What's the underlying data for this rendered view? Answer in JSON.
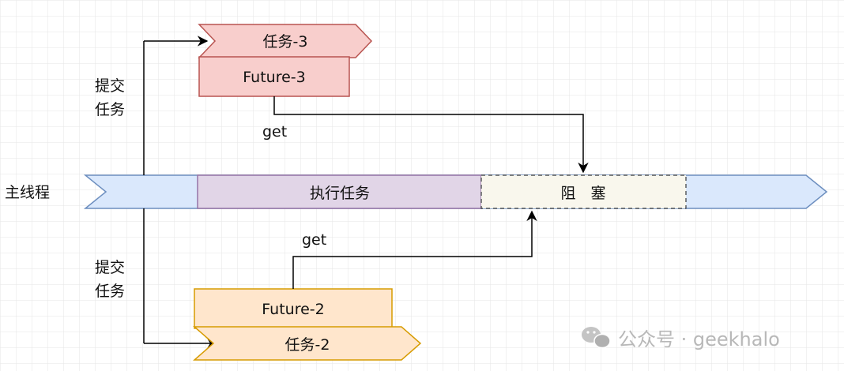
{
  "main_thread_label": "主线程",
  "execute_task_label": "执行任务",
  "block_label": "阻　塞",
  "submit_label_top": [
    "提交",
    "任务"
  ],
  "submit_label_bottom": [
    "提交",
    "任务"
  ],
  "task3_label": "任务-3",
  "future3_label": "Future-3",
  "get_label_top": "get",
  "get_label_bottom": "get",
  "future2_label": "Future-2",
  "task2_label": "任务-2",
  "watermark_text": "公众号 · geekhalo",
  "colors": {
    "thread_fill": "#dae8fc",
    "thread_stroke": "#6c8ebf",
    "exec_fill": "#e1d5e7",
    "exec_stroke": "#9673a6",
    "block_fill": "#f9f7ed",
    "block_stroke": "#36393d",
    "red_fill": "#f8cecc",
    "red_stroke": "#b85450",
    "orange_fill": "#ffe6cc",
    "orange_stroke": "#d79b00",
    "line": "#000000",
    "grid": "#e6e6e6",
    "watermark": "#b8b8b8"
  }
}
